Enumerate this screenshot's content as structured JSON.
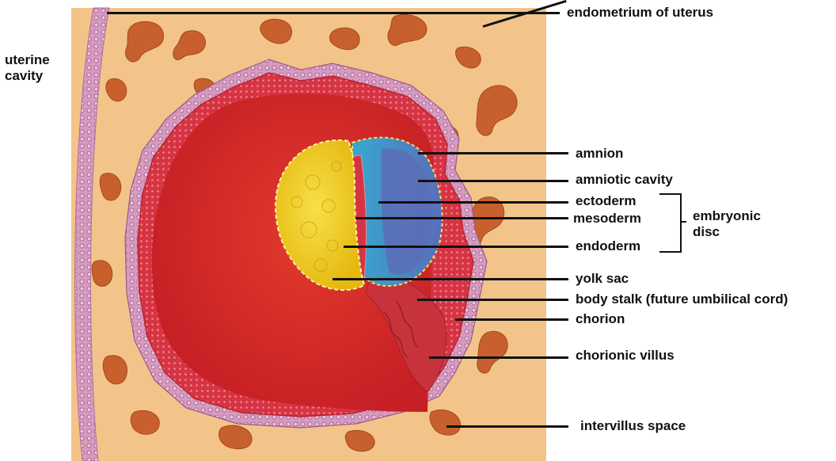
{
  "labels": {
    "endometrium": "endometrium of uterus",
    "uterine_cavity": "uterine",
    "uterine_cavity_line2": "cavity",
    "amnion": "amnion",
    "amniotic_cavity": "amniotic cavity",
    "ectoderm": "ectoderm",
    "mesoderm": "mesoderm",
    "endoderm": "endoderm",
    "embryonic_disc": "embryonic",
    "embryonic_disc_line2": "disc",
    "yolk_sac": "yolk sac",
    "body_stalk": "body stalk (future umbilical cord)",
    "chorion": "chorion",
    "chorionic_villus": "chorionic villus",
    "intervillus_space": "intervillus space"
  },
  "colors": {
    "endometrium": "#f2c489",
    "uterine_wall_cells": "#d79bc0",
    "lacunae": "#c8602d",
    "chorion_outer": "#d84a58",
    "chorionic_cavity": "#d42a2a",
    "yolk_sac": "#f3d21a",
    "amnion": "#3fb0d2",
    "amniotic_cavity": "#5a6fb8"
  }
}
